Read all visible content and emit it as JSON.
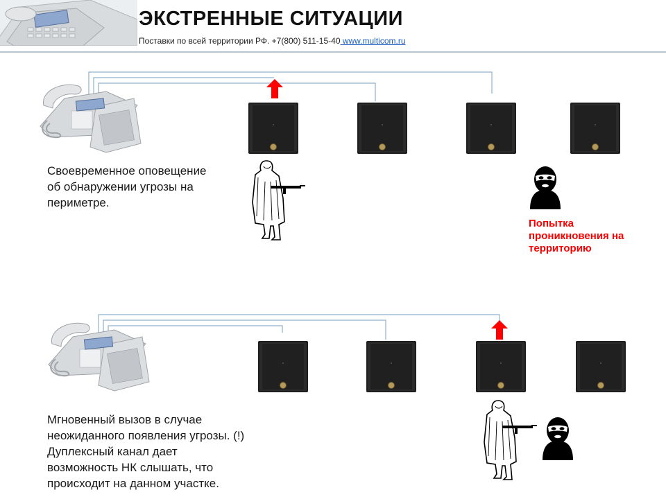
{
  "header": {
    "title": "ЭКСТРЕННЫЕ СИТУАЦИИ",
    "subtitle_text": "Поставки по всей территории РФ. +7(800) 511-15-40",
    "subtitle_link": "  www.multicom.ru  "
  },
  "scenario1": {
    "description": [
      "Своевременное оповещение",
      "об обнаружении угрозы на",
      "периметре."
    ],
    "alert": [
      "Попытка",
      "проникновения на",
      "территорию"
    ]
  },
  "scenario2": {
    "description": [
      "Мгновенный вызов в случае",
      "неожиданного появления угрозы. (!)",
      "Дуплексный канал дает",
      "возможность НК слышать, что",
      "происходит на данном участке."
    ]
  },
  "colors": {
    "wire": "#8fb0cc",
    "alert": "#ff0000",
    "header_rule": "#b9c4d2",
    "link": "#1f5fbf"
  }
}
